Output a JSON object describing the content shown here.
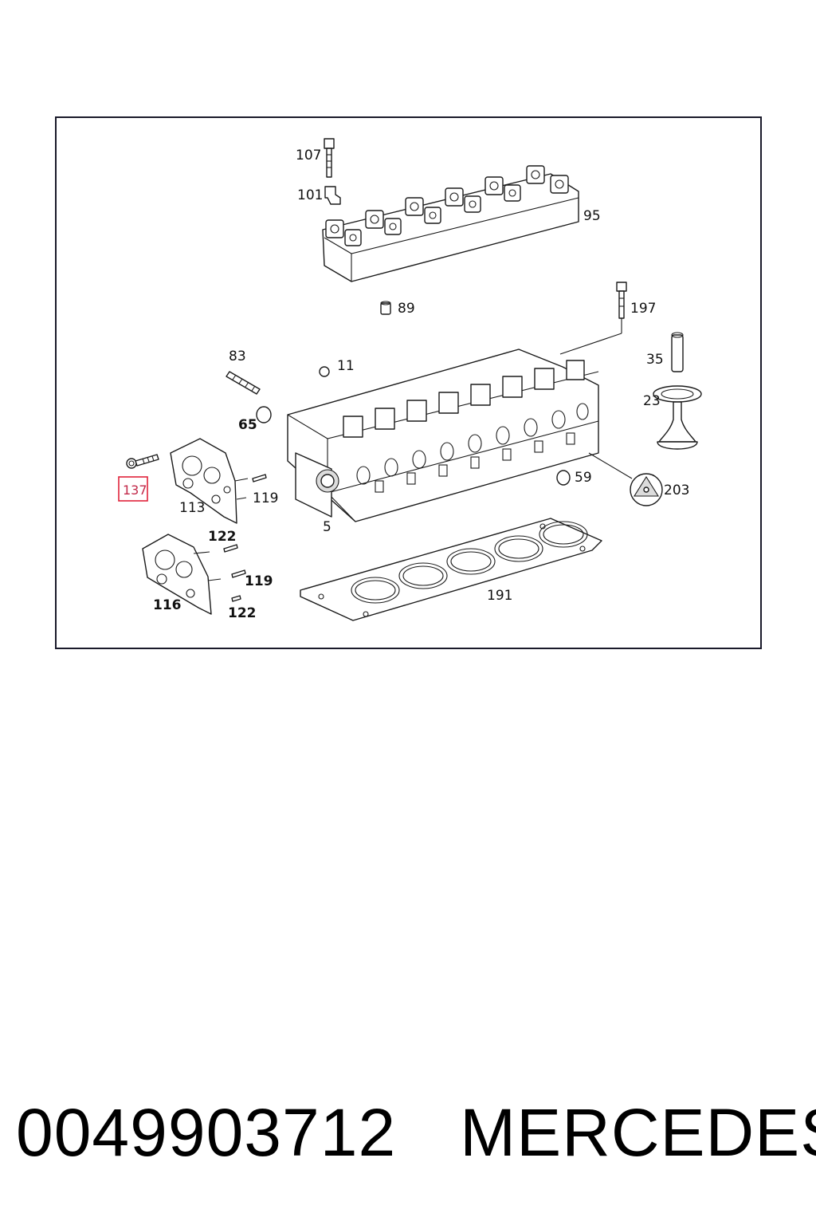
{
  "diagram": {
    "labels": {
      "l107": "107",
      "l101": "101",
      "l95": "95",
      "l89": "89",
      "l197": "197",
      "l83": "83",
      "l11": "11",
      "l35": "35",
      "l23": "23",
      "l65": "65",
      "l137": "137",
      "l113": "113",
      "l119a": "119",
      "l59": "59",
      "l203": "203",
      "l5": "5",
      "l122a": "122",
      "l119b": "119",
      "l116": "116",
      "l122b": "122",
      "l191": "191"
    },
    "highlight_color": "#c22a4a"
  },
  "footer": {
    "part_number": "0049903712",
    "brand": "MERCEDES"
  }
}
